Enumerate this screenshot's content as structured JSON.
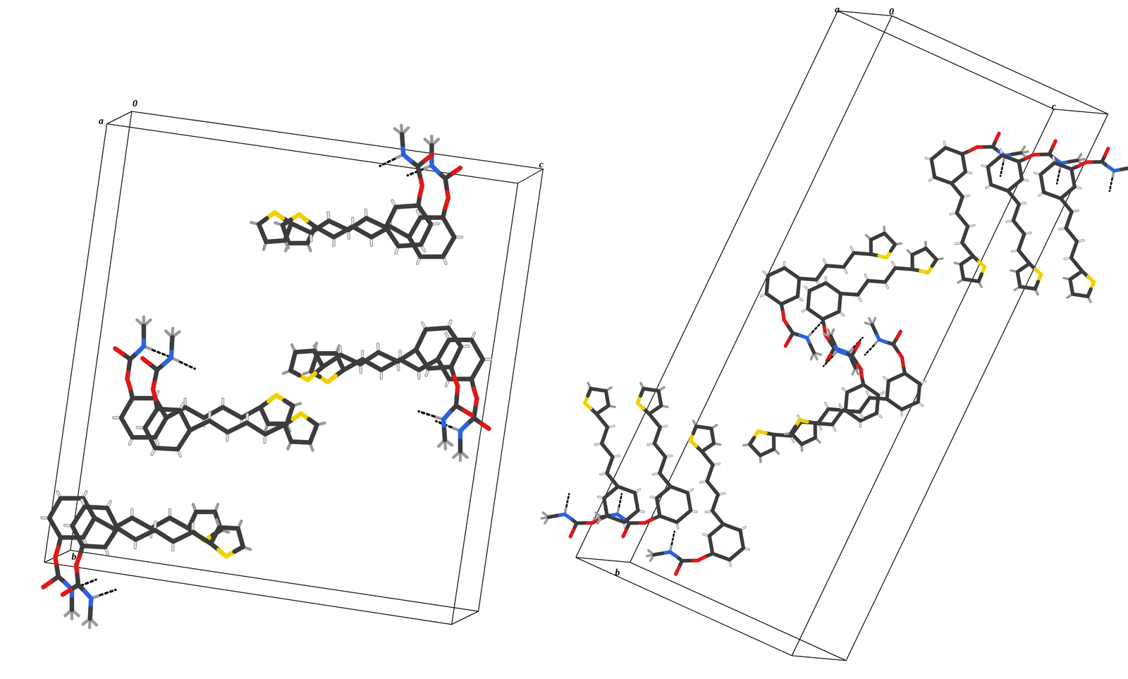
{
  "diagram": {
    "labels": [
      "a",
      "0",
      "c",
      "b",
      "a",
      "0",
      "c",
      "b"
    ]
  }
}
